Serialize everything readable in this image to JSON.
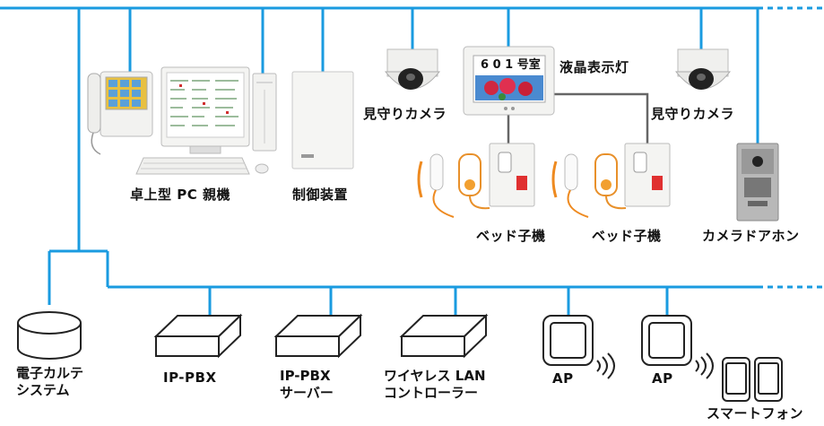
{
  "labels": {
    "pc_master": "卓上型 PC 親機",
    "controller": "制御装置",
    "camera_left": "見守りカメラ",
    "camera_right": "見守りカメラ",
    "lcd_light": "液晶表示灯",
    "room_display": "6 0 1 号室",
    "bed_left": "ベッド子機",
    "bed_right": "ベッド子機",
    "door_camera": "カメラドアホン",
    "emr_line1": "電子カルテ",
    "emr_line2": "システム",
    "ippbx": "IP-PBX",
    "ippbx_server_line1": "IP-PBX",
    "ippbx_server_line2": "サーバー",
    "wlan_line1": "ワイヤレス LAN",
    "wlan_line2": "コントローラー",
    "ap_left": "AP",
    "ap_right": "AP",
    "smartphone": "スマートフォン"
  },
  "colors": {
    "network_line": "#1a9be0",
    "device_gray": "#c8c8c8",
    "outline": "#222222"
  }
}
